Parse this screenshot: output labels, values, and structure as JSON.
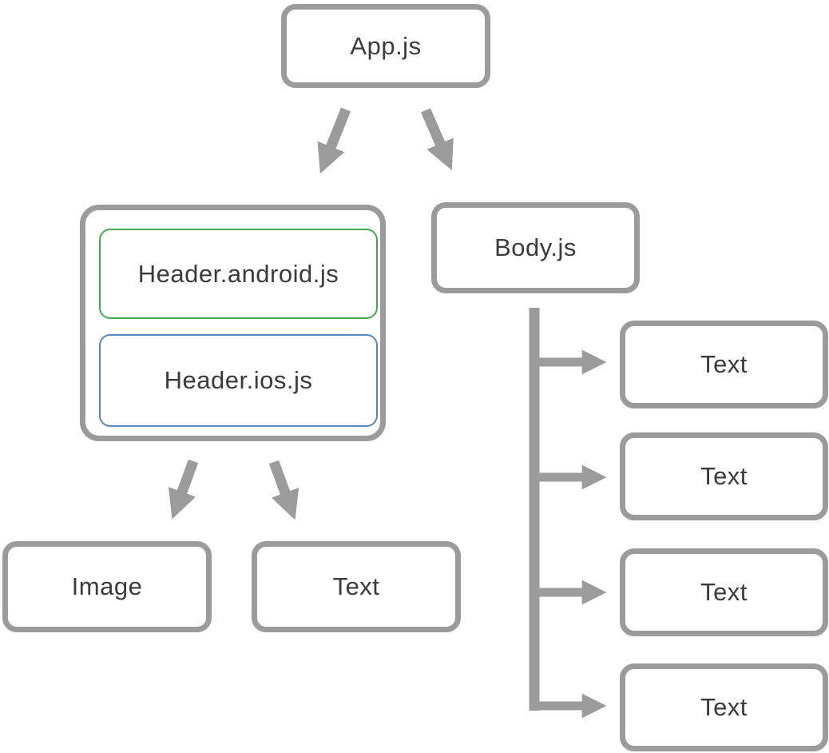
{
  "diagram": {
    "type": "component-tree",
    "nodes": {
      "app": {
        "label": "App.js"
      },
      "header_android": {
        "label": "Header.android.js"
      },
      "header_ios": {
        "label": "Header.ios.js"
      },
      "body": {
        "label": "Body.js"
      },
      "image": {
        "label": "Image"
      },
      "text_left": {
        "label": "Text"
      },
      "text_right_1": {
        "label": "Text"
      },
      "text_right_2": {
        "label": "Text"
      },
      "text_right_3": {
        "label": "Text"
      },
      "text_right_4": {
        "label": "Text"
      }
    },
    "edges": [
      {
        "from": "app",
        "to": "header_group"
      },
      {
        "from": "app",
        "to": "body"
      },
      {
        "from": "header_group",
        "to": "image"
      },
      {
        "from": "header_group",
        "to": "text_left"
      },
      {
        "from": "body",
        "to": "text_right_1"
      },
      {
        "from": "body",
        "to": "text_right_2"
      },
      {
        "from": "body",
        "to": "text_right_3"
      },
      {
        "from": "body",
        "to": "text_right_4"
      }
    ],
    "colors": {
      "background": "#ffffff",
      "box_border": "#9b9b9b",
      "arrow": "#9b9b9b",
      "label_text": "#3b3b3b",
      "android_border": "#44a94e",
      "ios_border": "#5b85c2"
    }
  }
}
